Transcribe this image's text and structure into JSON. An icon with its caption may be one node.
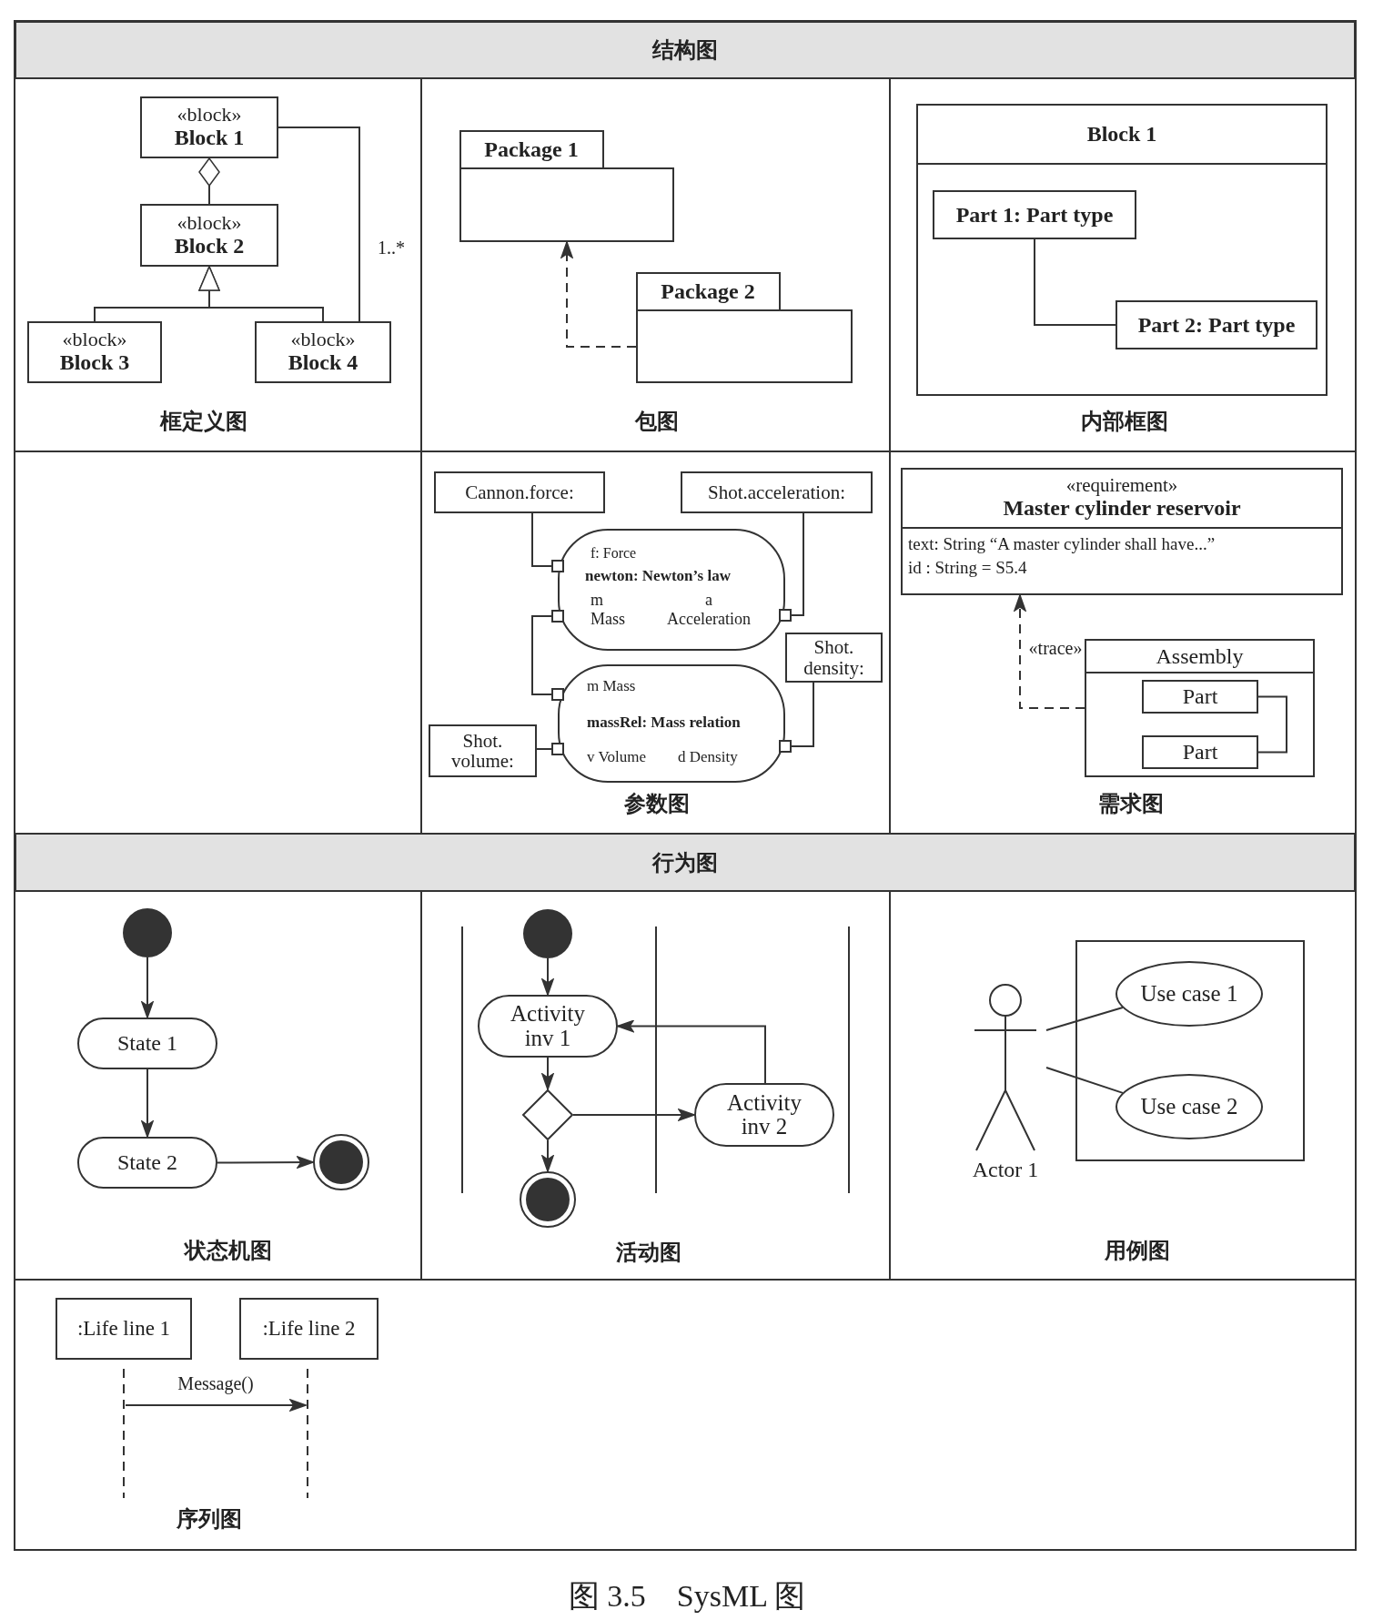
{
  "diagram": {
    "caption": "图 3.5　SysML 图",
    "nodes": [
      {
        "text": [
          "结构图"
        ]
      },
      {
        "text": [
          "«block»",
          "Block 1"
        ]
      },
      {
        "text": [
          "«block»",
          "Block 2"
        ]
      },
      {
        "text": [
          "«block»",
          "Block 3"
        ]
      },
      {
        "text": [
          "«block»",
          "Block 4"
        ]
      },
      {
        "text": [
          "Package 1"
        ]
      },
      {
        "text": [
          "Package 2"
        ]
      },
      {
        "text": [
          "Block 1"
        ]
      },
      {
        "text": [
          "Part 1: Part type"
        ],
        "in": 7
      },
      {
        "text": [
          "Part 2: Part type"
        ],
        "in": 7
      },
      {
        "text": [
          "Cannon.force:"
        ]
      },
      {
        "text": [
          "Shot.acceleration:"
        ]
      },
      {
        "text": [
          "f: Force",
          "newton: Newton’s law",
          "m Mass",
          "a Acceleration"
        ]
      },
      {
        "text": [
          "Shot. density:"
        ]
      },
      {
        "text": [
          "m Mass",
          "massRel: Mass relation",
          "v Volume",
          "d Density"
        ]
      },
      {
        "text": [
          "Shot. volume:"
        ]
      },
      {
        "text": [
          "«requirement»",
          "Master cylinder reservoir",
          "text: String “A master cylinder shall have...”",
          "id : String = S5.4"
        ]
      },
      {
        "text": [
          "Assembly"
        ]
      },
      {
        "text": [
          "Part"
        ],
        "in": 17
      },
      {
        "text": [
          "Part"
        ],
        "in": 17
      },
      {
        "text": [
          "行为图"
        ]
      },
      {
        "text": [],
        "shape": "circle"
      },
      {
        "text": [
          "State 1"
        ]
      },
      {
        "text": [
          "State 2"
        ]
      },
      {
        "text": [],
        "shape": "circle"
      },
      {
        "text": [],
        "shape": "circle"
      },
      {
        "text": [
          "Activity inv 1"
        ]
      },
      {
        "text": [],
        "shape": "diamond"
      },
      {
        "text": [
          "Activity inv 2"
        ]
      },
      {
        "text": [],
        "shape": "circle"
      },
      {
        "text": [
          "Actor 1"
        ]
      },
      {
        "text": [],
        "shape": "box"
      },
      {
        "text": [
          "Use case 1"
        ],
        "in": 31
      },
      {
        "text": [
          "Use case 2"
        ],
        "in": 31
      },
      {
        "text": [
          ":Life line 1"
        ]
      },
      {
        "text": [
          ":Life line 2"
        ]
      },
      {
        "text": [],
        "shape": "line"
      },
      {
        "text": [],
        "shape": "line"
      },
      {
        "text": [],
        "shape": "box"
      },
      {
        "text": [],
        "shape": "box"
      },
      {
        "text": [],
        "shape": "box"
      },
      {
        "text": [],
        "shape": "box"
      },
      {
        "text": [],
        "shape": "box"
      },
      {
        "text": [],
        "shape": "box"
      }
    ],
    "edges": [
      {
        "from": 2,
        "to": 1,
        "arrow": "other"
      },
      {
        "from": 3,
        "to": 2,
        "arrow": "to"
      },
      {
        "from": 4,
        "to": 2,
        "arrow": "to"
      },
      {
        "from": 1,
        "to": 4,
        "arrow": "none",
        "label": "1..*"
      },
      {
        "from": 6,
        "to": 5,
        "arrow": "to",
        "style": "dashed"
      },
      {
        "from": 8,
        "to": 9,
        "arrow": "none"
      },
      {
        "from": 10,
        "to": 38,
        "arrow": "none"
      },
      {
        "from": 11,
        "to": 40,
        "arrow": "none"
      },
      {
        "from": 39,
        "to": 41,
        "arrow": "none"
      },
      {
        "from": 13,
        "to": 43,
        "arrow": "none"
      },
      {
        "from": 15,
        "to": 42,
        "arrow": "none"
      },
      {
        "from": 17,
        "to": 16,
        "arrow": "to",
        "style": "dashed",
        "label": "«trace»"
      },
      {
        "from": 18,
        "to": 19,
        "arrow": "none"
      },
      {
        "from": 21,
        "to": 22,
        "arrow": "to"
      },
      {
        "from": 22,
        "to": 23,
        "arrow": "to"
      },
      {
        "from": 23,
        "to": 24,
        "arrow": "to"
      },
      {
        "from": 25,
        "to": 26,
        "arrow": "to"
      },
      {
        "from": 26,
        "to": 27,
        "arrow": "to"
      },
      {
        "from": 27,
        "to": 28,
        "arrow": "to"
      },
      {
        "from": 28,
        "to": 26,
        "arrow": "to"
      },
      {
        "from": 27,
        "to": 29,
        "arrow": "to"
      },
      {
        "from": 30,
        "to": 32,
        "arrow": "none"
      },
      {
        "from": 30,
        "to": 33,
        "arrow": "none"
      },
      {
        "from": 36,
        "to": 37,
        "arrow": "to",
        "label": "Message()"
      }
    ],
    "labels": [
      "框定义图",
      "包图",
      "内部框图",
      "参数图",
      "需求图",
      "状态机图",
      "活动图",
      "用例图",
      "序列图"
    ]
  }
}
